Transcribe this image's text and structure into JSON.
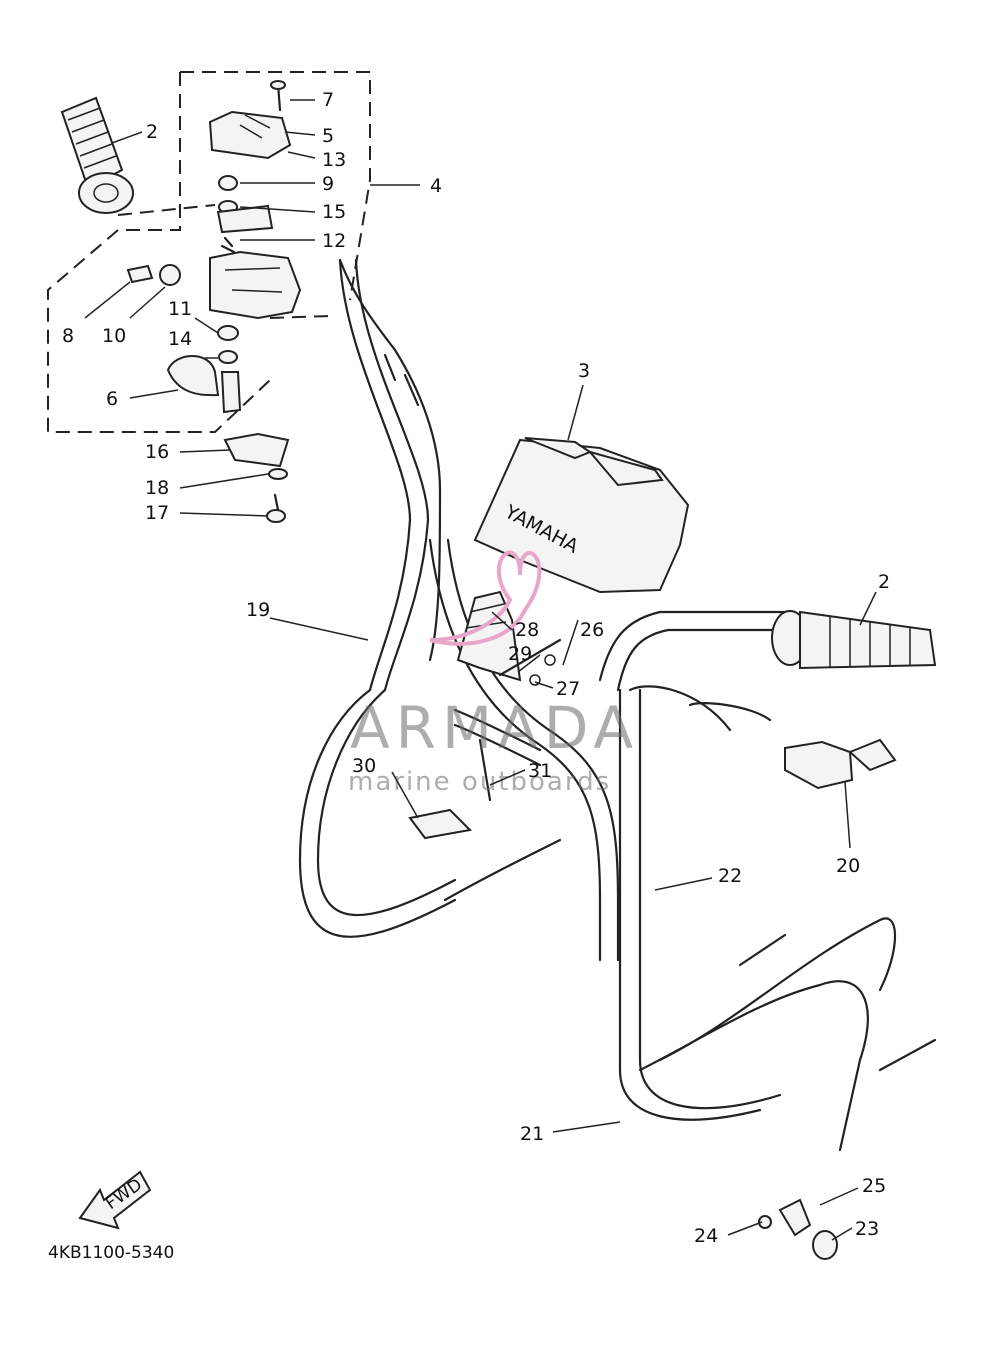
{
  "diagram": {
    "code": "4KB1100-5340",
    "fwd_label": "FWD",
    "brand_label": "YAMAHA",
    "watermark": {
      "title": "ARMADA",
      "subtitle": "marine outboards",
      "logo_color": "#e8a6c8"
    },
    "callouts": [
      "2",
      "7",
      "5",
      "13",
      "9",
      "15",
      "12",
      "4",
      "8",
      "10",
      "11",
      "14",
      "6",
      "16",
      "18",
      "17",
      "3",
      "2",
      "19",
      "28",
      "26",
      "29",
      "27",
      "30",
      "31",
      "20",
      "22",
      "21",
      "25",
      "24",
      "23"
    ]
  }
}
